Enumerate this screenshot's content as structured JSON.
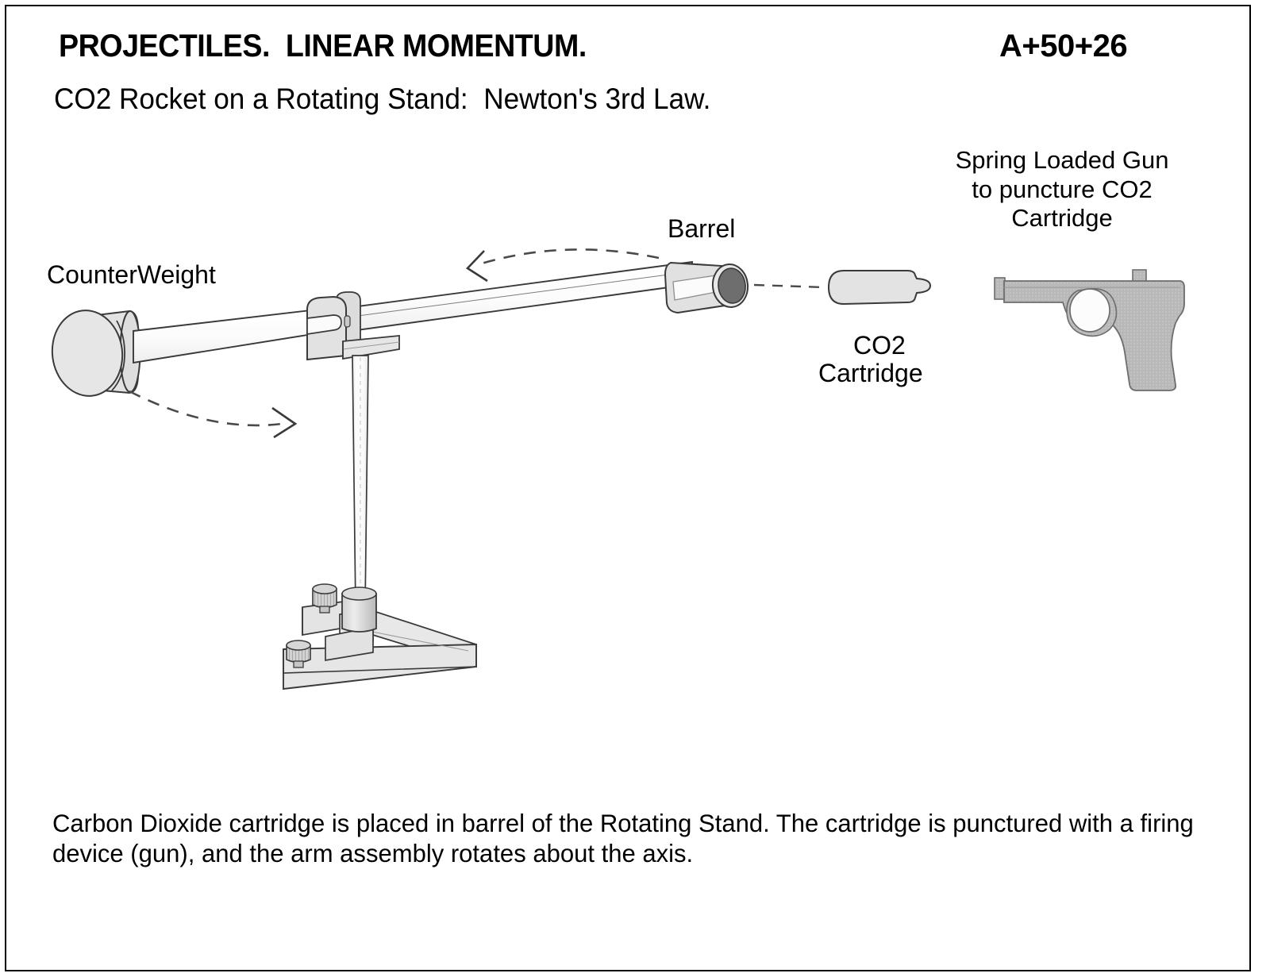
{
  "header": {
    "title": "PROJECTILES.  LINEAR MOMENTUM.",
    "code": "A+50+26",
    "subtitle": "CO2 Rocket on a Rotating Stand:  Newton's 3rd Law."
  },
  "labels": {
    "counterweight": "CounterWeight",
    "barrel": "Barrel",
    "co2_line1": "CO2",
    "co2_line2": "Cartridge",
    "gun_caption": "Spring  Loaded Gun to puncture CO2 Cartridge"
  },
  "caption": "Carbon Dioxide cartridge is placed in barrel of the Rotating Stand.  The cartridge is punctured with a firing device (gun), and the arm assembly rotates about the axis.",
  "colors": {
    "ink": "#000000",
    "outline": "#3a3a3a",
    "metal_light": "#fbfbfb",
    "metal_mid": "#e4e4e4",
    "metal_shade": "#d8d8d8",
    "bore_dark": "#6e6e6e",
    "gun_body": "#b8b8b8",
    "gun_dark": "#9a9a9a",
    "background": "#ffffff"
  },
  "figure": {
    "parts": [
      "counterweight-cylinder",
      "balance-rod",
      "pivot-bracket",
      "cross-bar",
      "vertical-post",
      "tripod-base",
      "leveling-screw-left",
      "leveling-screw-right",
      "barrel-muzzle",
      "bore-opening",
      "co2-cartridge",
      "spring-loaded-gun"
    ],
    "arrows": [
      {
        "name": "barrel-rotation-arrow",
        "direction": "left"
      },
      {
        "name": "counterweight-rotation-arrow",
        "direction": "right"
      }
    ],
    "insertion_line": "dashed-cartridge-insertion-path"
  }
}
